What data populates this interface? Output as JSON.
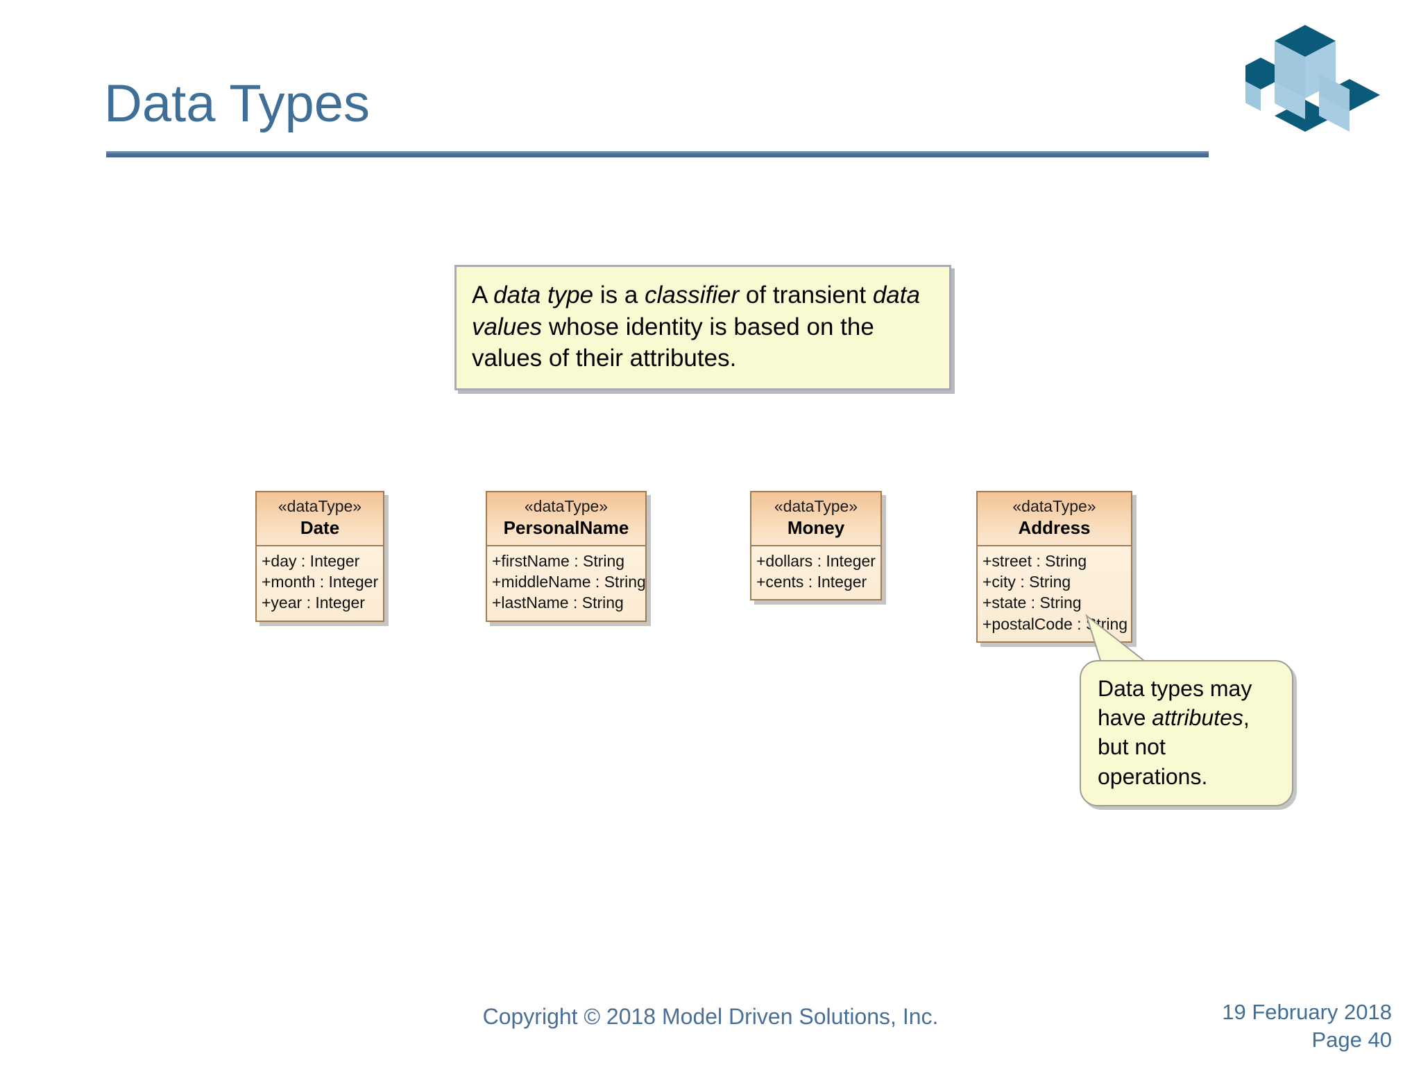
{
  "slide": {
    "title": "Data Types",
    "logo_icon": "isometric-blocks-logo",
    "colors": {
      "title_blue": "#3F6E96",
      "rule_blue": "#4A6F96",
      "note_yellow": "#FAFAD2",
      "uml_header_peach": "#F3C396",
      "uml_body_cream": "#FDF1DE",
      "uml_border_brown": "#A07B52"
    }
  },
  "definition": {
    "segments": [
      {
        "text": "A ",
        "italic": false
      },
      {
        "text": "data type",
        "italic": true
      },
      {
        "text": " is a ",
        "italic": false
      },
      {
        "text": "classifier",
        "italic": true
      },
      {
        "text": " of transient ",
        "italic": false
      },
      {
        "text": "data values",
        "italic": true
      },
      {
        "text": " whose identity is based on the values of their attributes.",
        "italic": false
      }
    ],
    "plain_text": "A data type is a classifier of transient data values whose identity is based on the values of their attributes."
  },
  "classes": [
    {
      "stereotype": "«dataType»",
      "name": "Date",
      "attributes": [
        "+day : Integer",
        "+month : Integer",
        "+year : Integer"
      ]
    },
    {
      "stereotype": "«dataType»",
      "name": "PersonalName",
      "attributes": [
        "+firstName : String",
        "+middleName : String",
        "+lastName : String"
      ]
    },
    {
      "stereotype": "«dataType»",
      "name": "Money",
      "attributes": [
        "+dollars : Integer",
        "+cents : Integer"
      ]
    },
    {
      "stereotype": "«dataType»",
      "name": "Address",
      "attributes": [
        "+street : String",
        "+city : String",
        "+state : String",
        "+postalCode : String"
      ]
    }
  ],
  "note": {
    "segments": [
      {
        "text": "Data types may have ",
        "italic": false
      },
      {
        "text": "attributes",
        "italic": true
      },
      {
        "text": ", but not operations.",
        "italic": false
      }
    ],
    "plain_text": "Data types may have attributes, but not operations."
  },
  "footer": {
    "copyright": "Copyright © 2018 Model Driven Solutions, Inc.",
    "date": "19 February 2018",
    "page": "Page 40"
  }
}
